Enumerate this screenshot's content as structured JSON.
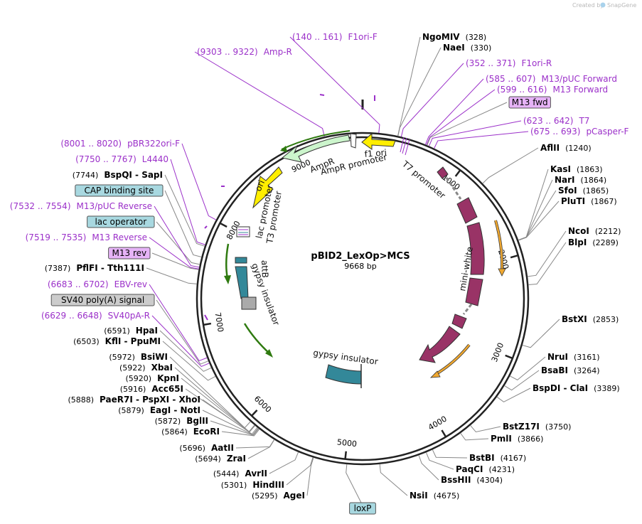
{
  "watermark": "Created by",
  "watermark_brand": "SnapGene",
  "plasmid": {
    "name": "pBID2_LexOp>MCS",
    "length_label": "9668 bp",
    "length": 9668
  },
  "colors": {
    "primer": "#9b30c9",
    "enzyme": "#000000",
    "line": "#888888",
    "ampr": "#ccf5cc",
    "ori": "#ffee00",
    "f1ori": "#ffffff",
    "promoter_arrow": "#66aa22",
    "miniwhite": "#993366",
    "gypsy": "#338899",
    "orange_arrow": "#f0a830",
    "gray_feature": "#aaaaaa",
    "blue_box": "#a8d8e0",
    "pink_box": "#e6b3f7",
    "gray_box": "#cccccc"
  },
  "ticks": [
    {
      "bp": 1000,
      "label": "1000"
    },
    {
      "bp": 2000,
      "label": "2000"
    },
    {
      "bp": 3000,
      "label": "3000"
    },
    {
      "bp": 4000,
      "label": "4000"
    },
    {
      "bp": 5000,
      "label": "5000"
    },
    {
      "bp": 6000,
      "label": "6000"
    },
    {
      "bp": 7000,
      "label": "7000"
    },
    {
      "bp": 8000,
      "label": "8000"
    },
    {
      "bp": 9000,
      "label": "9000"
    }
  ],
  "features": [
    {
      "name": "f1 ori"
    },
    {
      "name": "AmpR"
    },
    {
      "name": "AmpR promoter"
    },
    {
      "name": "ori"
    },
    {
      "name": "lac promoter"
    },
    {
      "name": "T3 promoter"
    },
    {
      "name": "attB"
    },
    {
      "name": "gypsy insulator"
    },
    {
      "name": "gypsy insulator"
    },
    {
      "name": "T7 promoter"
    },
    {
      "name": "mini-white"
    }
  ],
  "labels": [
    {
      "id": "f1ori-f",
      "kind": "primer",
      "bp": 150,
      "pos": "(140 .. 161)",
      "name": "F1ori-F"
    },
    {
      "id": "amp-r",
      "kind": "primer",
      "bp": 9312,
      "pos": "(9303 .. 9322)",
      "name": "Amp-R"
    },
    {
      "id": "ngomiv",
      "kind": "enzyme",
      "bp": 328,
      "name": "NgoMIV",
      "pos": "(328)"
    },
    {
      "id": "naei",
      "kind": "enzyme",
      "bp": 330,
      "name": "NaeI",
      "pos": "(330)"
    },
    {
      "id": "f1ori-r",
      "kind": "primer",
      "bp": 361,
      "name": "F1ori-R",
      "pos": "(352 .. 371)"
    },
    {
      "id": "m13puc-fwd",
      "kind": "primer",
      "bp": 596,
      "name": "M13/pUC Forward",
      "pos": "(585 .. 607)"
    },
    {
      "id": "m13-fwd",
      "kind": "primer",
      "bp": 607,
      "name": "M13 Forward",
      "pos": "(599 .. 616)"
    },
    {
      "id": "m13fwd-box",
      "kind": "pinkbox",
      "bp": 612,
      "name": "M13 fwd"
    },
    {
      "id": "t7",
      "kind": "primer",
      "bp": 632,
      "name": "T7",
      "pos": "(623 .. 642)"
    },
    {
      "id": "pcasper-f",
      "kind": "primer",
      "bp": 684,
      "name": "pCasper-F",
      "pos": "(675 .. 693)"
    },
    {
      "id": "aflii",
      "kind": "enzyme",
      "bp": 1240,
      "name": "AflII",
      "pos": "(1240)"
    },
    {
      "id": "kasi",
      "kind": "enzyme",
      "bp": 1863,
      "name": "KasI",
      "pos": "(1863)"
    },
    {
      "id": "nari",
      "kind": "enzyme",
      "bp": 1864,
      "name": "NarI",
      "pos": "(1864)"
    },
    {
      "id": "sfoi",
      "kind": "enzyme",
      "bp": 1865,
      "name": "SfoI",
      "pos": "(1865)"
    },
    {
      "id": "pluti",
      "kind": "enzyme",
      "bp": 1867,
      "name": "PluTI",
      "pos": "(1867)"
    },
    {
      "id": "ncoi",
      "kind": "enzyme",
      "bp": 2212,
      "name": "NcoI",
      "pos": "(2212)"
    },
    {
      "id": "blpi",
      "kind": "enzyme",
      "bp": 2289,
      "name": "BlpI",
      "pos": "(2289)"
    },
    {
      "id": "bstxi",
      "kind": "enzyme",
      "bp": 2853,
      "name": "BstXI",
      "pos": "(2853)"
    },
    {
      "id": "nrui",
      "kind": "enzyme",
      "bp": 3161,
      "name": "NruI",
      "pos": "(3161)"
    },
    {
      "id": "bsabi",
      "kind": "enzyme",
      "bp": 3264,
      "name": "BsaBI",
      "pos": "(3264)"
    },
    {
      "id": "bspdi-clai",
      "kind": "enzyme",
      "bp": 3389,
      "name": "BspDI - ClaI",
      "pos": "(3389)"
    },
    {
      "id": "bstz17i",
      "kind": "enzyme",
      "bp": 3750,
      "name": "BstZ17I",
      "pos": "(3750)"
    },
    {
      "id": "pmli",
      "kind": "enzyme",
      "bp": 3866,
      "name": "PmlI",
      "pos": "(3866)"
    },
    {
      "id": "bstbi",
      "kind": "enzyme",
      "bp": 4167,
      "name": "BstBI",
      "pos": "(4167)"
    },
    {
      "id": "paqci",
      "kind": "enzyme",
      "bp": 4231,
      "name": "PaqCI",
      "pos": "(4231)"
    },
    {
      "id": "bsshii",
      "kind": "enzyme",
      "bp": 4304,
      "name": "BssHII",
      "pos": "(4304)"
    },
    {
      "id": "nsii",
      "kind": "enzyme",
      "bp": 4675,
      "name": "NsiI",
      "pos": "(4675)"
    },
    {
      "id": "loxp",
      "kind": "bluebox",
      "bp": 4980,
      "name": "loxP"
    },
    {
      "id": "agei",
      "kind": "enzyme",
      "bp": 5295,
      "name": "AgeI",
      "pos": "(5295)"
    },
    {
      "id": "hindiii",
      "kind": "enzyme",
      "bp": 5301,
      "name": "HindIII",
      "pos": "(5301)"
    },
    {
      "id": "avrii",
      "kind": "enzyme",
      "bp": 5444,
      "name": "AvrII",
      "pos": "(5444)"
    },
    {
      "id": "zrai",
      "kind": "enzyme",
      "bp": 5694,
      "name": "ZraI",
      "pos": "(5694)"
    },
    {
      "id": "aatii",
      "kind": "enzyme",
      "bp": 5696,
      "name": "AatII",
      "pos": "(5696)"
    },
    {
      "id": "ecori",
      "kind": "enzyme",
      "bp": 5864,
      "name": "EcoRI",
      "pos": "(5864)"
    },
    {
      "id": "bglii",
      "kind": "enzyme",
      "bp": 5872,
      "name": "BglII",
      "pos": "(5872)"
    },
    {
      "id": "eagi-noti",
      "kind": "enzyme",
      "bp": 5879,
      "name": "EagI - NotI",
      "pos": "(5879)"
    },
    {
      "id": "paer7i-pspxi-xhoi",
      "kind": "enzyme",
      "bp": 5888,
      "name": "PaeR7I - PspXI - XhoI",
      "pos": "(5888)"
    },
    {
      "id": "acc65i",
      "kind": "enzyme",
      "bp": 5916,
      "name": "Acc65I",
      "pos": "(5916)"
    },
    {
      "id": "kpni",
      "kind": "enzyme",
      "bp": 5920,
      "name": "KpnI",
      "pos": "(5920)"
    },
    {
      "id": "xbai",
      "kind": "enzyme",
      "bp": 5922,
      "name": "XbaI",
      "pos": "(5922)"
    },
    {
      "id": "bsiwi",
      "kind": "enzyme",
      "bp": 5972,
      "name": "BsiWI",
      "pos": "(5972)"
    },
    {
      "id": "kfli-ppumi",
      "kind": "enzyme",
      "bp": 6503,
      "name": "KflI - PpuMI",
      "pos": "(6503)"
    },
    {
      "id": "hpai",
      "kind": "enzyme",
      "bp": 6591,
      "name": "HpaI",
      "pos": "(6591)"
    },
    {
      "id": "sv40pa-r",
      "kind": "primer",
      "bp": 6638,
      "name": "SV40pA-R",
      "pos": "(6629 .. 6648)"
    },
    {
      "id": "sv40-box",
      "kind": "graybox",
      "bp": 6660,
      "name": "SV40 poly(A) signal"
    },
    {
      "id": "ebv-rev",
      "kind": "primer",
      "bp": 6692,
      "name": "EBV-rev",
      "pos": "(6683 .. 6702)"
    },
    {
      "id": "pflfi-tth111i",
      "kind": "enzyme",
      "bp": 7387,
      "name": "PflFI - Tth111I",
      "pos": "(7387)"
    },
    {
      "id": "m13rev-box",
      "kind": "pinkbox",
      "bp": 7520,
      "name": "M13 rev"
    },
    {
      "id": "m13-reverse",
      "kind": "primer",
      "bp": 7527,
      "name": "M13 Reverse",
      "pos": "(7519 .. 7535)"
    },
    {
      "id": "lacop-box",
      "kind": "bluebox",
      "bp": 7570,
      "name": "lac operator"
    },
    {
      "id": "m13puc-rev",
      "kind": "primer",
      "bp": 7543,
      "name": "M13/pUC Reverse",
      "pos": "(7532 .. 7554)"
    },
    {
      "id": "cap-box",
      "kind": "bluebox",
      "bp": 7640,
      "name": "CAP binding site"
    },
    {
      "id": "bspqi-sapi",
      "kind": "enzyme",
      "bp": 7744,
      "name": "BspQI - SapI",
      "pos": "(7744)"
    },
    {
      "id": "l4440",
      "kind": "primer",
      "bp": 7758,
      "name": "L4440",
      "pos": "(7750 .. 7767)"
    },
    {
      "id": "pbr322ori-f",
      "kind": "primer",
      "bp": 8010,
      "name": "pBR322ori-F",
      "pos": "(8001 .. 8020)"
    }
  ]
}
